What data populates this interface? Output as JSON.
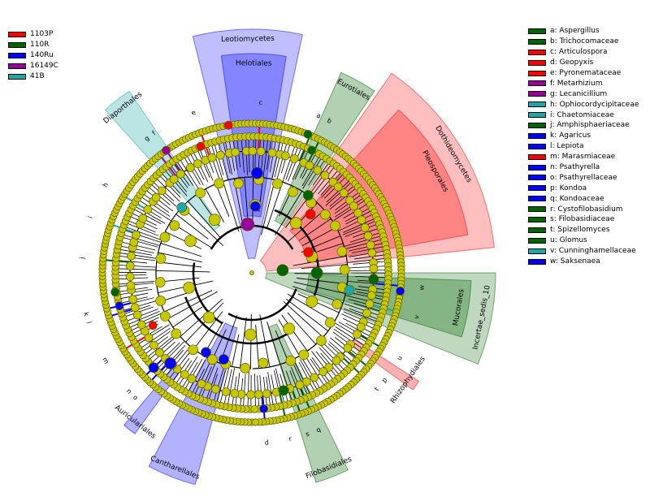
{
  "colors": {
    "1103P": "#ff0000",
    "110R": "#006400",
    "140Ru": "#0000ff",
    "16149C": "#990099",
    "41B": "#1fa7a7",
    "node": "#c8c800",
    "nodeStroke": "#5a5a00"
  },
  "groups": [
    {
      "label": "1103P",
      "key": "1103P"
    },
    {
      "label": "110R",
      "key": "110R"
    },
    {
      "label": "140Ru",
      "key": "140Ru"
    },
    {
      "label": "16149C",
      "key": "16149C"
    },
    {
      "label": "41B",
      "key": "41B"
    }
  ],
  "taxa": [
    {
      "label": "a: Aspergillus",
      "key": "110R"
    },
    {
      "label": "b: Trichocomaceae",
      "key": "110R"
    },
    {
      "label": "c: Articulospora",
      "key": "1103P"
    },
    {
      "label": "d: Geopyxis",
      "key": "1103P"
    },
    {
      "label": "e: Pyronemataceae",
      "key": "1103P"
    },
    {
      "label": "f: Metarhizium",
      "key": "16149C"
    },
    {
      "label": "g: Lecanicillium",
      "key": "16149C"
    },
    {
      "label": "h: Ophiocordycipitaceae",
      "key": "41B"
    },
    {
      "label": "i: Chaetomiaceae",
      "key": "41B"
    },
    {
      "label": "j: Amphisphaeriaceae",
      "key": "110R"
    },
    {
      "label": "k: Agaricus",
      "key": "140Ru"
    },
    {
      "label": "l: Lepiota",
      "key": "140Ru"
    },
    {
      "label": "m: Marasmiaceae",
      "key": "1103P"
    },
    {
      "label": "n: Psathyrella",
      "key": "140Ru"
    },
    {
      "label": "o: Psathyrellaceae",
      "key": "140Ru"
    },
    {
      "label": "p: Kondoa",
      "key": "140Ru"
    },
    {
      "label": "q: Kondoaceae",
      "key": "140Ru"
    },
    {
      "label": "r: Cystofilobasidium",
      "key": "110R"
    },
    {
      "label": "s: Filobasidiaceae",
      "key": "110R"
    },
    {
      "label": "t: Spizellomyces",
      "key": "110R"
    },
    {
      "label": "u: Glomus",
      "key": "110R"
    },
    {
      "label": "v: Cunninghamellaceae",
      "key": "41B"
    },
    {
      "label": "w: Saksenaea",
      "key": "140Ru"
    }
  ],
  "clades": [
    {
      "label": "Leotiomycetes",
      "key": "140Ru",
      "a0": -14,
      "a1": 12,
      "level": 1
    },
    {
      "label": "Helotiales",
      "key": "140Ru",
      "a0": -8,
      "a1": 9,
      "level": 2
    },
    {
      "label": "Dothideomycetes",
      "key": "1103P",
      "a0": 35,
      "a1": 84,
      "level": 1
    },
    {
      "label": "Pleosporales",
      "key": "1103P",
      "a0": 42,
      "a1": 80,
      "level": 2
    },
    {
      "label": "Eurotiales",
      "key": "110R",
      "a0": 24,
      "a1": 34,
      "level": 2
    },
    {
      "label": "Diaporthales",
      "key": "41B",
      "a0": -42,
      "a1": -34,
      "level": 2
    },
    {
      "label": "Incertae_sedis_10",
      "key": "110R",
      "a0": 90,
      "a1": 112,
      "level": 1
    },
    {
      "label": "Mucorales",
      "key": "110R",
      "a0": 92,
      "a1": 107,
      "level": 2
    },
    {
      "label": "Rhizophydiales",
      "key": "1103P",
      "a0": 123,
      "a1": 126,
      "level": 3
    },
    {
      "label": "Filobasidiales",
      "key": "110R",
      "a0": 154,
      "a1": 163,
      "level": 2
    },
    {
      "label": "Cantharellales",
      "key": "140Ru",
      "a0": 195,
      "a1": 208,
      "level": 2
    },
    {
      "label": "Auriculariales",
      "key": "140Ru",
      "a0": 216,
      "a1": 220,
      "level": 3
    }
  ],
  "leafLetters": [
    {
      "letter": "c",
      "key": "1103P",
      "a": 3
    },
    {
      "letter": "e",
      "key": "1103P",
      "a": -20
    },
    {
      "letter": "a",
      "key": "110R",
      "a": 23
    },
    {
      "letter": "b",
      "key": "110R",
      "a": 27
    },
    {
      "letter": "f",
      "key": "16149C",
      "a": -35
    },
    {
      "letter": "g",
      "key": "16149C",
      "a": -38
    },
    {
      "letter": "h",
      "key": "41B",
      "a": -59
    },
    {
      "letter": "i",
      "key": "41B",
      "a": -71
    },
    {
      "letter": "j",
      "key": "110R",
      "a": -85
    },
    {
      "letter": "k",
      "key": "140Ru",
      "a": -104
    },
    {
      "letter": "l",
      "key": "140Ru",
      "a": -107
    },
    {
      "letter": "m",
      "key": "1103P",
      "a": -121
    },
    {
      "letter": "n",
      "key": "140Ru",
      "a": -134
    },
    {
      "letter": "o",
      "key": "140Ru",
      "a": -137
    },
    {
      "letter": "d",
      "key": "140Ru",
      "a": 175
    },
    {
      "letter": "q",
      "key": "110R",
      "a": 157
    },
    {
      "letter": "p",
      "key": "110R",
      "a": 129
    },
    {
      "letter": "t",
      "key": "110R",
      "a": 133
    },
    {
      "letter": "r",
      "key": "110R",
      "a": 167
    },
    {
      "letter": "s",
      "key": "110R",
      "a": 161
    },
    {
      "letter": "u",
      "key": "110R",
      "a": 120
    },
    {
      "letter": "v",
      "key": "41B",
      "a": 105
    },
    {
      "letter": "w",
      "key": "140Ru",
      "a": 95
    }
  ]
}
